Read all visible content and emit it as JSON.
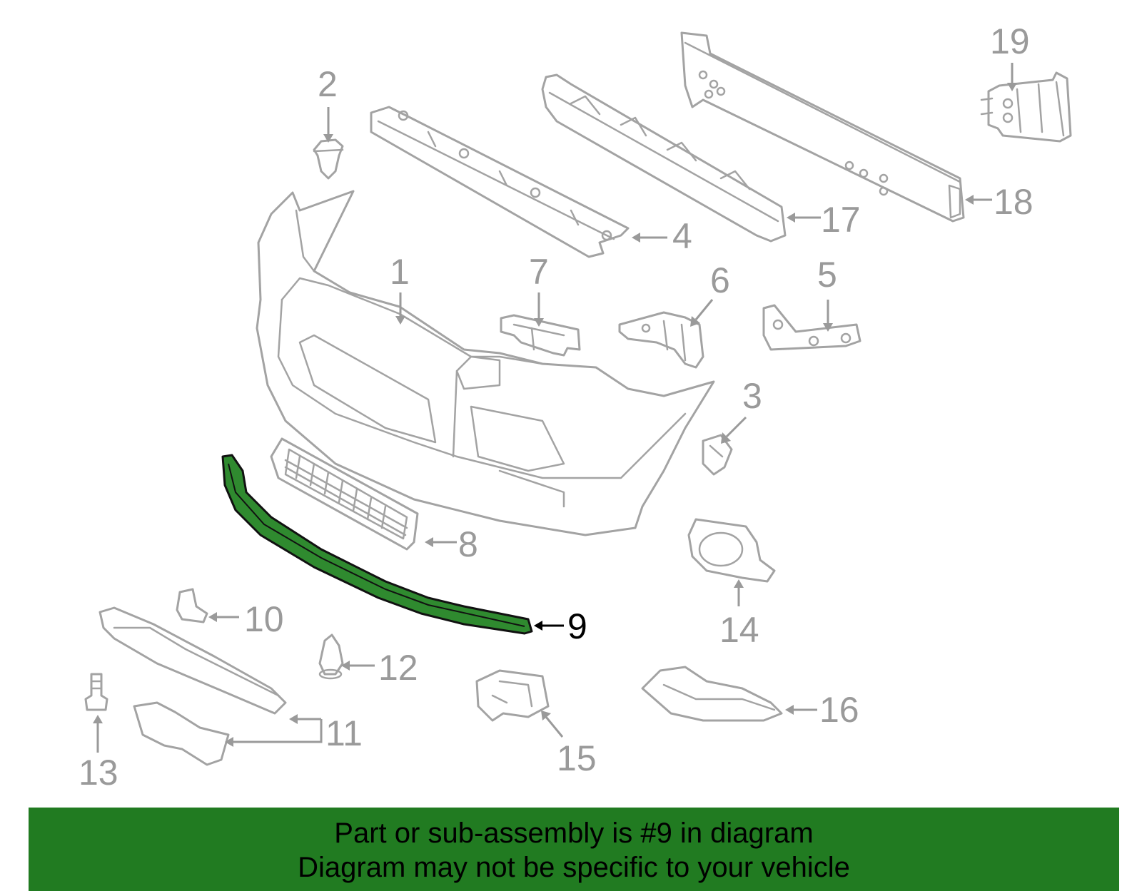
{
  "callouts": {
    "c1": "1",
    "c2": "2",
    "c3": "3",
    "c4": "4",
    "c5": "5",
    "c6": "6",
    "c7": "7",
    "c8": "8",
    "c9": "9",
    "c10": "10",
    "c11": "11",
    "c12": "12",
    "c13": "13",
    "c14": "14",
    "c15": "15",
    "c16": "16",
    "c17": "17",
    "c18": "18",
    "c19": "19"
  },
  "highlighted_part": "9",
  "colors": {
    "footer_bg": "#217b21",
    "highlight_fill": "#2f8a2f",
    "line_gray": "#a3a3a3"
  },
  "footer": {
    "line1": "Part or sub-assembly is #9 in diagram",
    "line2": "Diagram may not be specific to your vehicle"
  }
}
